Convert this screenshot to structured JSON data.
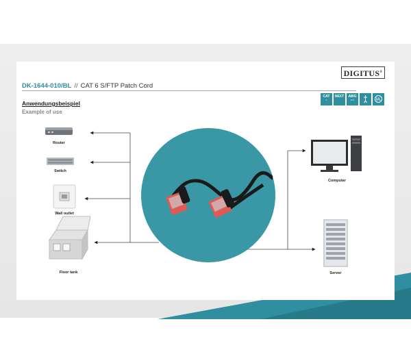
{
  "header": {
    "logo_text": "DIGITUS",
    "logo_mark": "®",
    "article_number": "DK-1644-010/BL",
    "separator": "//",
    "product_name": "CAT 6 S/FTP Patch Cord"
  },
  "badges": [
    {
      "icon": "cat6-badge-icon",
      "line1": "CAT",
      "line2": "6"
    },
    {
      "icon": "next-badge-icon",
      "line1": "NEXT",
      "line2": ""
    },
    {
      "icon": "awg-badge-icon",
      "line1": "AWG",
      "line2": "27/7"
    },
    {
      "icon": "halogen-free-badge-icon",
      "line1": "",
      "line2": ""
    },
    {
      "icon": "ul-certified-badge-icon",
      "line1": "",
      "line2": ""
    }
  ],
  "section": {
    "title": "Anwendungsbeispiel",
    "subtitle": "Example of use"
  },
  "devices_left": [
    {
      "icon": "router-icon",
      "label": "Router"
    },
    {
      "icon": "switch-icon",
      "label": "Switch"
    },
    {
      "icon": "wall-outlet-icon",
      "label": "Wall outlet"
    },
    {
      "icon": "floor-tank-icon",
      "label": "Floor tank"
    }
  ],
  "devices_right": [
    {
      "icon": "computer-icon",
      "label": "Computer"
    },
    {
      "icon": "server-icon",
      "label": "Server"
    }
  ],
  "colors": {
    "brand_teal": "#2f8ea0",
    "circle_teal": "#3a98a6",
    "cable_black": "#1a1a1a",
    "connector_red": "#e05a55"
  }
}
